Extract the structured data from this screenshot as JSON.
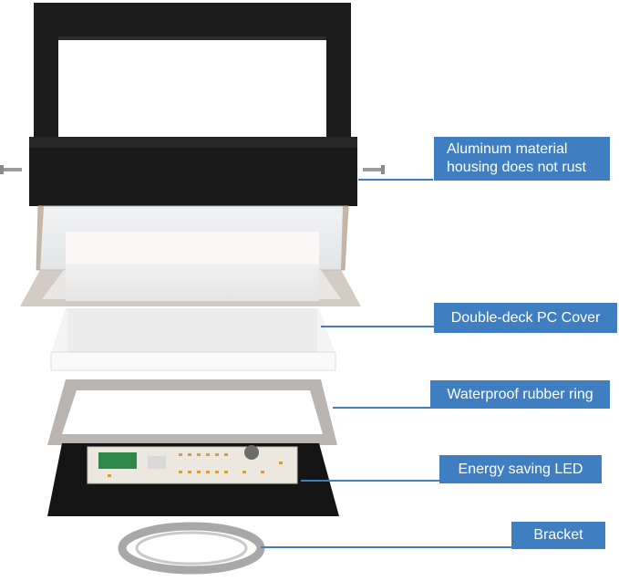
{
  "labels": {
    "housing_line1": "Aluminum material",
    "housing_line2": "housing does not rust",
    "cover": "Double-deck PC Cover",
    "ring": "Waterproof rubber ring",
    "led": "Energy saving LED",
    "bracket": "Bracket"
  },
  "colors": {
    "callout": "#3f7fc1",
    "housing": "#1b1b1b",
    "gasket": "#b9b4ae",
    "diffuser": "#f3f3f3",
    "led_board": "#e9e4dc"
  }
}
